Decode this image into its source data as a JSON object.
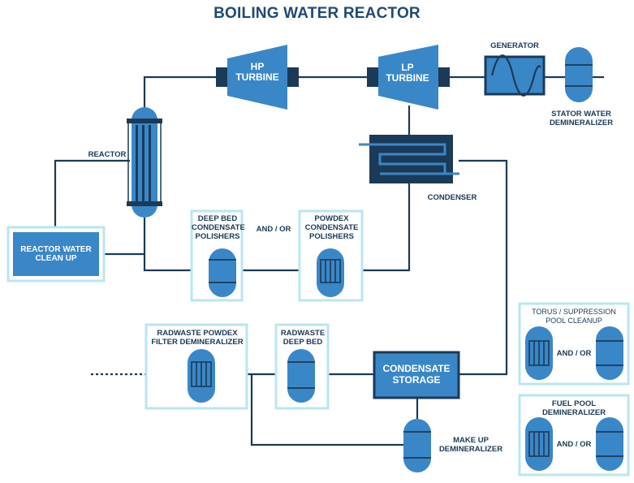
{
  "title": "BOILING WATER REACTOR",
  "hp_turbine": [
    "HP",
    "TURBINE"
  ],
  "lp_turbine": [
    "LP",
    "TURBINE"
  ],
  "generator": "GENERATOR",
  "stator_water": [
    "STATOR WATER",
    "DEMINERALIZER"
  ],
  "reactor": "REACTOR",
  "condenser": "CONDENSER",
  "reactor_cleanup": [
    "REACTOR WATER",
    "CLEAN UP"
  ],
  "deep_bed_polishers": [
    "DEEP BED",
    "CONDENSATE",
    "POLISHERS"
  ],
  "and_or": "AND / OR",
  "powdex_polishers": [
    "POWDEX",
    "CONDENSATE",
    "POLISHERS"
  ],
  "radwaste_powdex": [
    "RADWASTE POWDEX",
    "FILTER DEMINERALIZER"
  ],
  "radwaste_deep_bed": [
    "RADWASTE",
    "DEEP BED"
  ],
  "condensate_storage": [
    "CONDENSATE",
    "STORAGE"
  ],
  "makeup_demin": [
    "MAKE UP",
    "DEMINERALIZER"
  ],
  "torus_cleanup": [
    "TORUS / SUPPRESSION",
    "POOL CLEANUP"
  ],
  "torus_and_or": "AND / OR",
  "fuel_pool": [
    "FUEL POOL",
    "DEMINERALIZER"
  ],
  "fuel_pool_and_or": "AND / OR",
  "colors": {
    "vessel_blue": "#3a87c8",
    "dark_navy": "#1b3a57",
    "frame_light": "#b9e6f0",
    "line": "#1b3a57"
  }
}
